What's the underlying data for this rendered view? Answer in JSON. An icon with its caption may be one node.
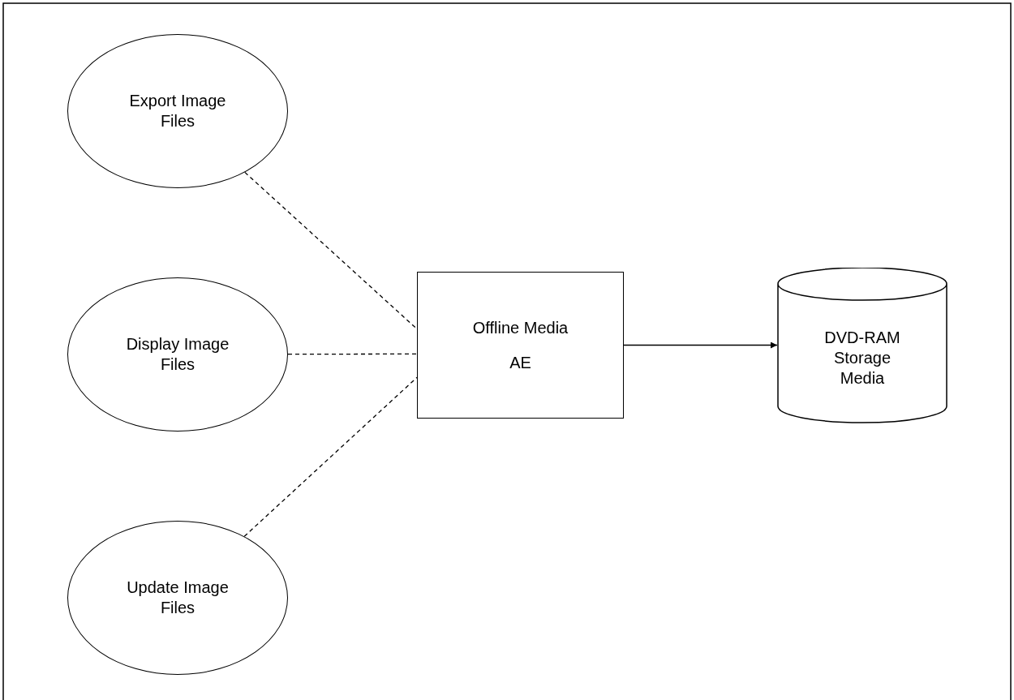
{
  "diagram": {
    "nodes": [
      {
        "text": [
          "Export Image Files"
        ]
      },
      {
        "text": [
          "Display Image Files"
        ]
      },
      {
        "text": [
          "Update Image Files"
        ]
      },
      {
        "text": [
          "Offline Media",
          "AE"
        ]
      },
      {
        "text": [
          "DVD-RAM Storage Media"
        ]
      }
    ],
    "edges": [
      {
        "from": 0,
        "to": 3,
        "arrow": "none",
        "style": "dashed"
      },
      {
        "from": 1,
        "to": 3,
        "arrow": "none",
        "style": "dashed"
      },
      {
        "from": 2,
        "to": 3,
        "arrow": "none",
        "style": "dashed"
      },
      {
        "from": 3,
        "to": 4,
        "arrow": "to"
      }
    ]
  }
}
